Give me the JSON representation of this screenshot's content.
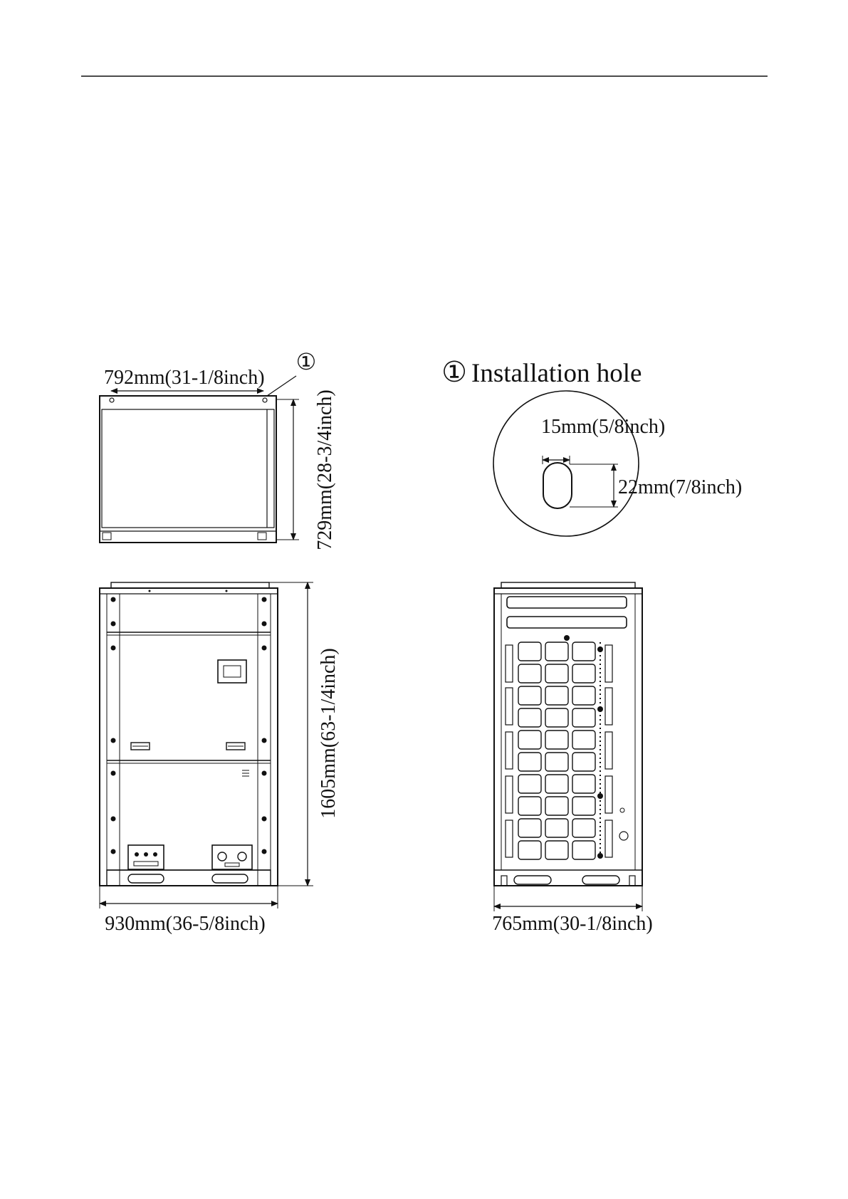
{
  "top_view": {
    "width_label": "792mm(31-1/8inch)",
    "depth_label": "729mm(28-3/4inch)",
    "hole_marker": "①"
  },
  "front_view": {
    "height_label": "1605mm(63-1/4inch)",
    "width_label": "930mm(36-5/8inch)"
  },
  "side_view": {
    "width_label": "765mm(30-1/8inch)"
  },
  "installation_hole": {
    "marker": "①",
    "title": "Installation hole",
    "width_label": "15mm(5/8inch)",
    "height_label": "22mm(7/8inch)"
  }
}
